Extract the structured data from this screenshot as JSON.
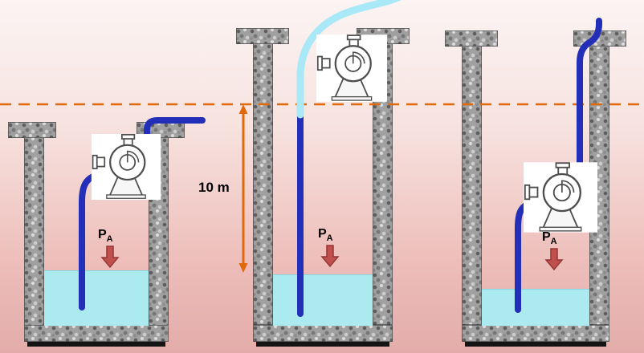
{
  "labels": {
    "depth": "10 m",
    "pressure_symbol": "P",
    "pressure_subscript": "A"
  },
  "colors": {
    "reference_line": "#e2690b",
    "depth_arrow": "#e2690b",
    "pressure_arrow_fill": "#c0504d",
    "pressure_arrow_stroke": "#953735",
    "pipe_water_filled": "#232fb8",
    "pipe_empty": "#a9e8f6",
    "water": "#abebf0",
    "wall": "#a0a0a0",
    "background_top": "#fbf4f3",
    "background_bottom": "#e3aca9"
  }
}
